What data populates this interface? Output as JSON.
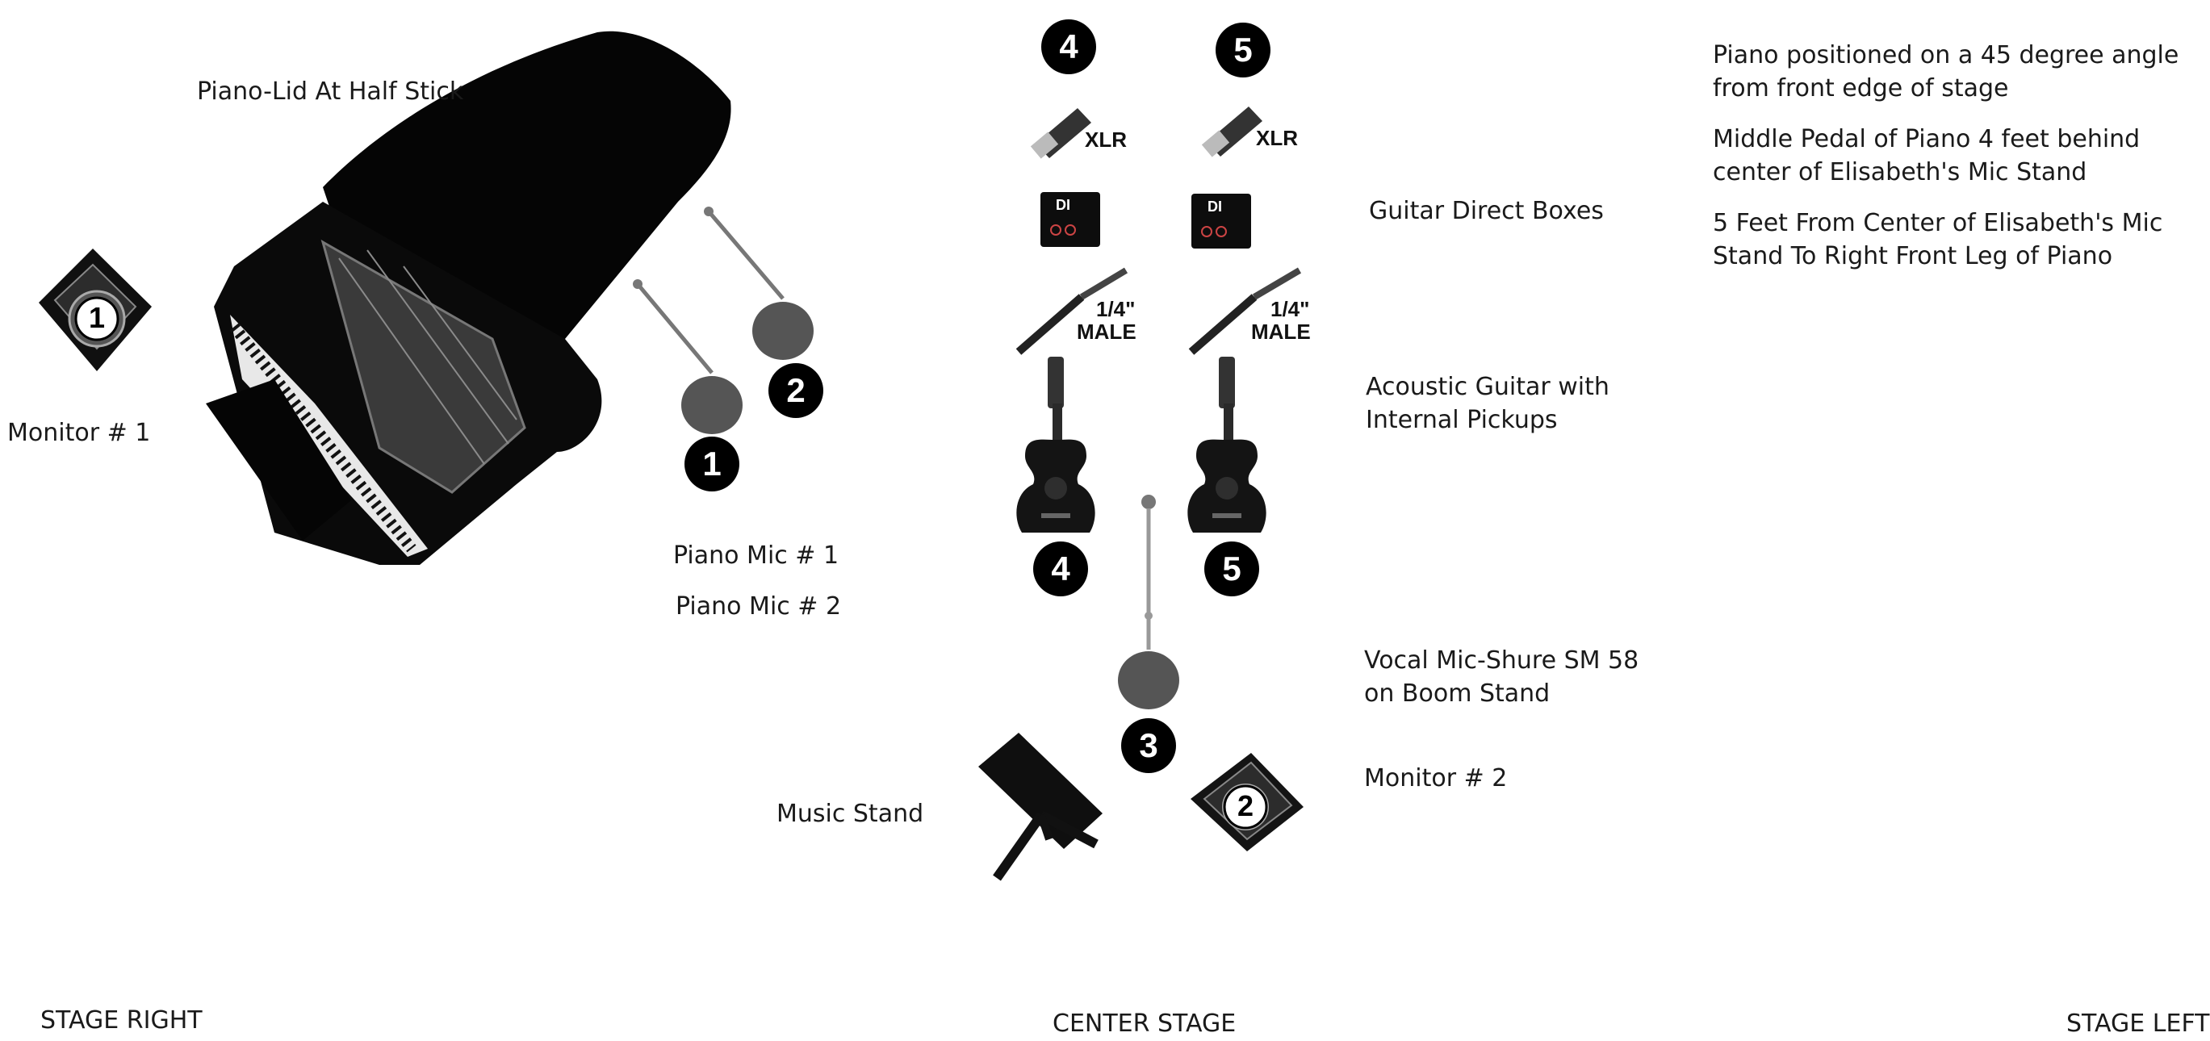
{
  "labels": {
    "piano_lid": "Piano-Lid At Half Stick",
    "monitor_1": "Monitor # 1",
    "piano_mic_1": "Piano Mic # 1",
    "piano_mic_2": "Piano Mic # 2",
    "guitar_di": "Guitar Direct Boxes",
    "acoustic_guitar": "Acoustic Guitar with Internal Pickups",
    "vocal_mic": "Vocal Mic-Shure SM 58 on Boom Stand",
    "monitor_2": "Monitor # 2",
    "music_stand": "Music Stand"
  },
  "notes": [
    "Piano positioned on a 45 degree angle from front edge of stage",
    "Middle Pedal of Piano 4 feet behind center of Elisabeth's Mic Stand",
    "5 Feet From Center of Elisabeth's Mic Stand To Right Front Leg of Piano"
  ],
  "stage_positions": {
    "right": "STAGE RIGHT",
    "center": "CENTER STAGE",
    "left": "STAGE LEFT"
  },
  "channels": {
    "piano_mic_1": "1",
    "piano_mic_2": "2",
    "vocal_mic": "3",
    "guitar_left": "4",
    "guitar_right": "5"
  },
  "monitors": {
    "monitor_1": "1",
    "monitor_2": "2"
  },
  "connectors": {
    "xlr": "XLR",
    "di_box": "DI",
    "quarter_inch_size": "1/4\"",
    "quarter_inch_type": "MALE"
  }
}
